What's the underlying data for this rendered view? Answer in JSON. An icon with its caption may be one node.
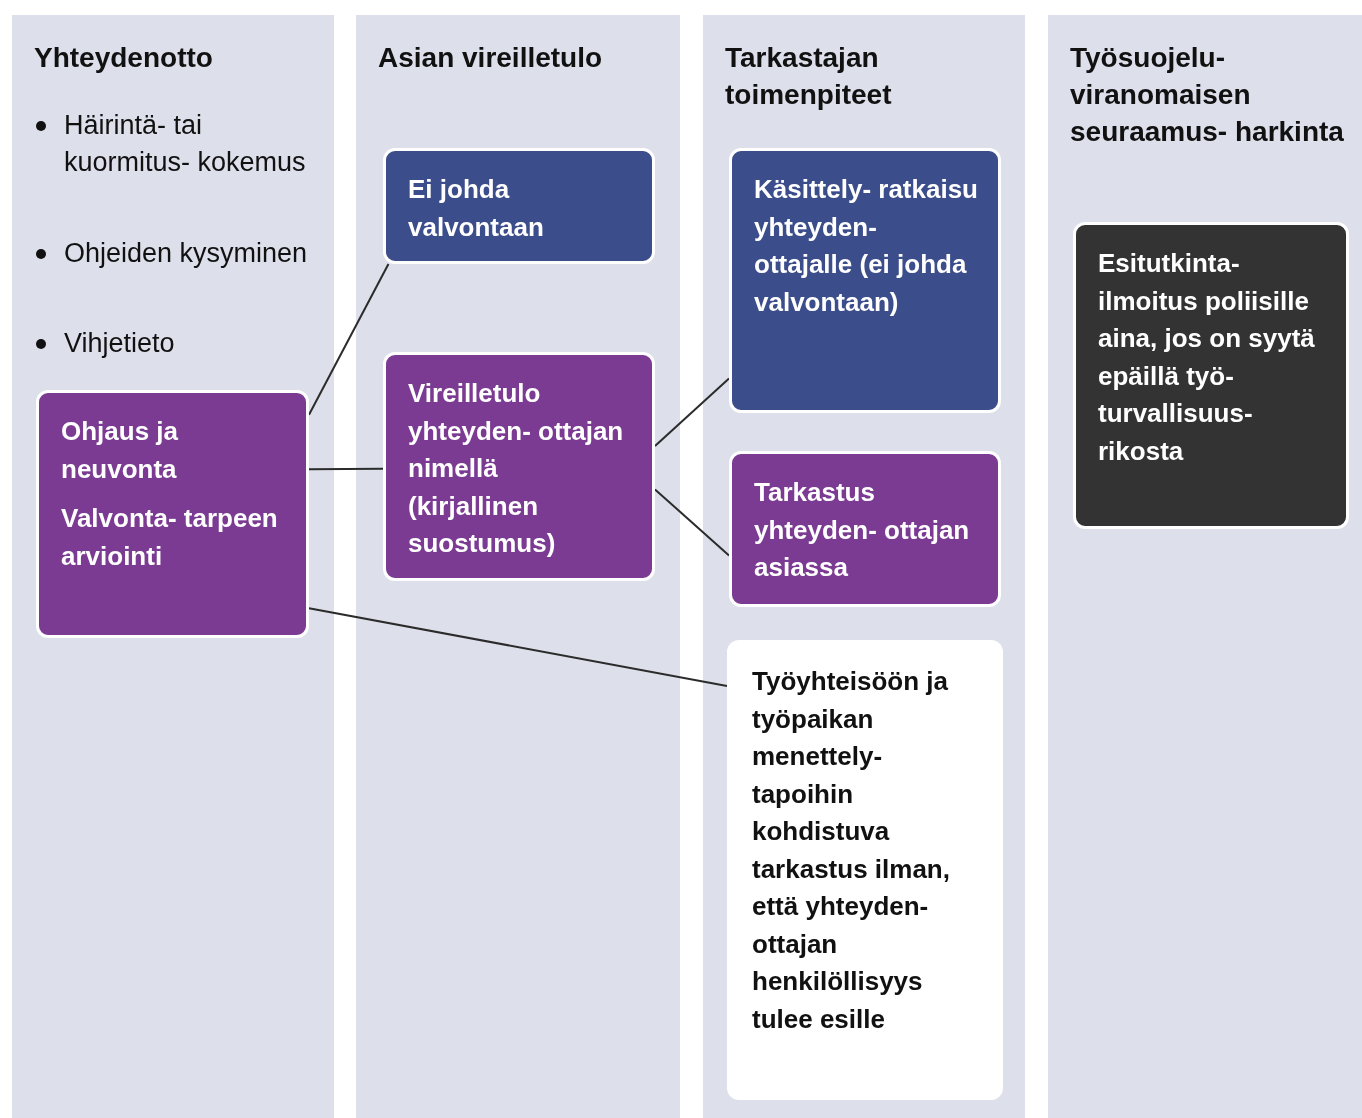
{
  "diagram": {
    "nodes": [
      {
        "text": [
          "Yhteydenotto",
          "Häirintä- tai kuormitus- kokemus",
          "Ohjeiden kysyminen",
          "Vihjetieto"
        ]
      },
      {
        "text": [
          "Asian vireilletulo"
        ]
      },
      {
        "text": [
          "Tarkastajan toimenpiteet"
        ]
      },
      {
        "text": [
          "Työsuojelu- viranomaisen seuraamus- harkinta"
        ]
      },
      {
        "text": [
          "Ohjaus ja neuvonta",
          "Valvonta- tarpeen arviointi"
        ],
        "in": 0
      },
      {
        "text": [
          "Ei johda valvontaan"
        ],
        "in": 1
      },
      {
        "text": [
          "Vireilletulo yhteyden- ottajan nimellä (kirjallinen suostumus)"
        ],
        "in": 1
      },
      {
        "text": [
          "Käsittely- ratkaisu yhteyden- ottajalle (ei johda valvontaan)"
        ],
        "in": 2
      },
      {
        "text": [
          "Tarkastus yhteyden- ottajan asiassa"
        ],
        "in": 2
      },
      {
        "text": [
          "Työyhteisöön ja työpaikan menettely- tapoihin kohdistuva tarkastus ilman, että yhteyden- ottajan henkilöllisyys tulee esille"
        ],
        "in": 2
      },
      {
        "text": [
          "Esitutkinta- ilmoitus poliisille aina, jos on syytä epäillä työ- turvallisuus- rikosta"
        ],
        "in": 3
      }
    ],
    "edges": [
      {
        "from": 4,
        "to": 5,
        "arrow": "none"
      },
      {
        "from": 4,
        "to": 6,
        "arrow": "none"
      },
      {
        "from": 4,
        "to": 9,
        "arrow": "none"
      },
      {
        "from": 6,
        "to": 7,
        "arrow": "none"
      },
      {
        "from": 6,
        "to": 8,
        "arrow": "none"
      }
    ]
  }
}
